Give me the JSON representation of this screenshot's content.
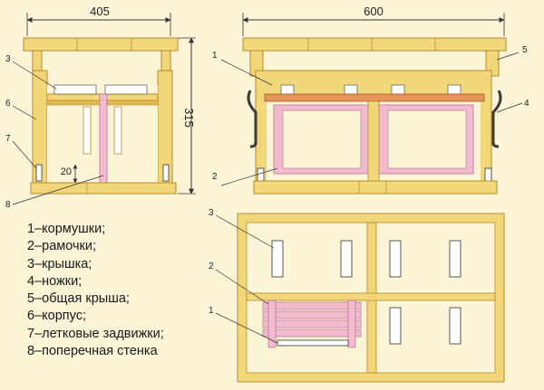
{
  "dimensions": {
    "left_width": "405",
    "right_width": "600",
    "height": "315",
    "gap": "20"
  },
  "callouts": {
    "left_3": "3",
    "left_6": "6",
    "left_7": "7",
    "left_8": "8",
    "right_1": "1",
    "right_2": "2",
    "right_4": "4",
    "right_5": "5",
    "plan_3": "3",
    "plan_2": "2",
    "plan_1": "1"
  },
  "legend": [
    "1–кормушки;",
    "2–рамочки;",
    "3–крышка;",
    "4–ножки;",
    "5–общая крыша;",
    "6–корпус;",
    "7–летковые задвижки;",
    "8–поперечная стенка"
  ],
  "colors": {
    "wood": "#f2d67a",
    "wood_dark": "#e2b94e",
    "wood_edge": "#b98a2a",
    "frame_pink": "#f2b9cf",
    "frame_pink_edge": "#b07690",
    "lid_orange": "#e6945a",
    "leg_dark": "#3a3a3a",
    "feeder_white": "#ffffff",
    "line": "#333333"
  }
}
